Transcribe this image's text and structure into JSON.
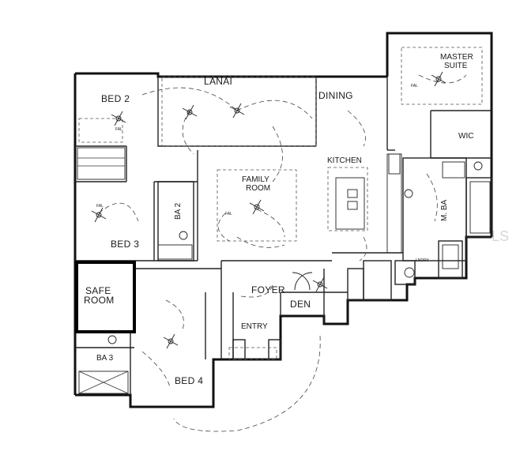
{
  "rooms": {
    "bed2": "BED 2",
    "lanai": "LANAI",
    "dining": "DINING",
    "master_line1": "MASTER",
    "master_line2": "SUITE",
    "wic": "WIC",
    "kitchen": "KITCHEN",
    "family_line1": "FAMILY",
    "family_line2": "ROOM",
    "ba2": "BA 2",
    "bed3": "BED 3",
    "m_ba": "M. BA",
    "safe_line1": "SAFE",
    "safe_line2": "ROOM",
    "foyer": "FOYER",
    "den": "DEN",
    "entry": "ENTRY",
    "lndry": "LNDRY",
    "ba3": "BA 3",
    "bed4": "BED 4"
  },
  "watermark": "LS",
  "fixture_labels": {
    "fan": "FAL"
  },
  "colors": {
    "wall": "#111111",
    "background": "#ffffff",
    "watermark": "#d6d6d6"
  }
}
